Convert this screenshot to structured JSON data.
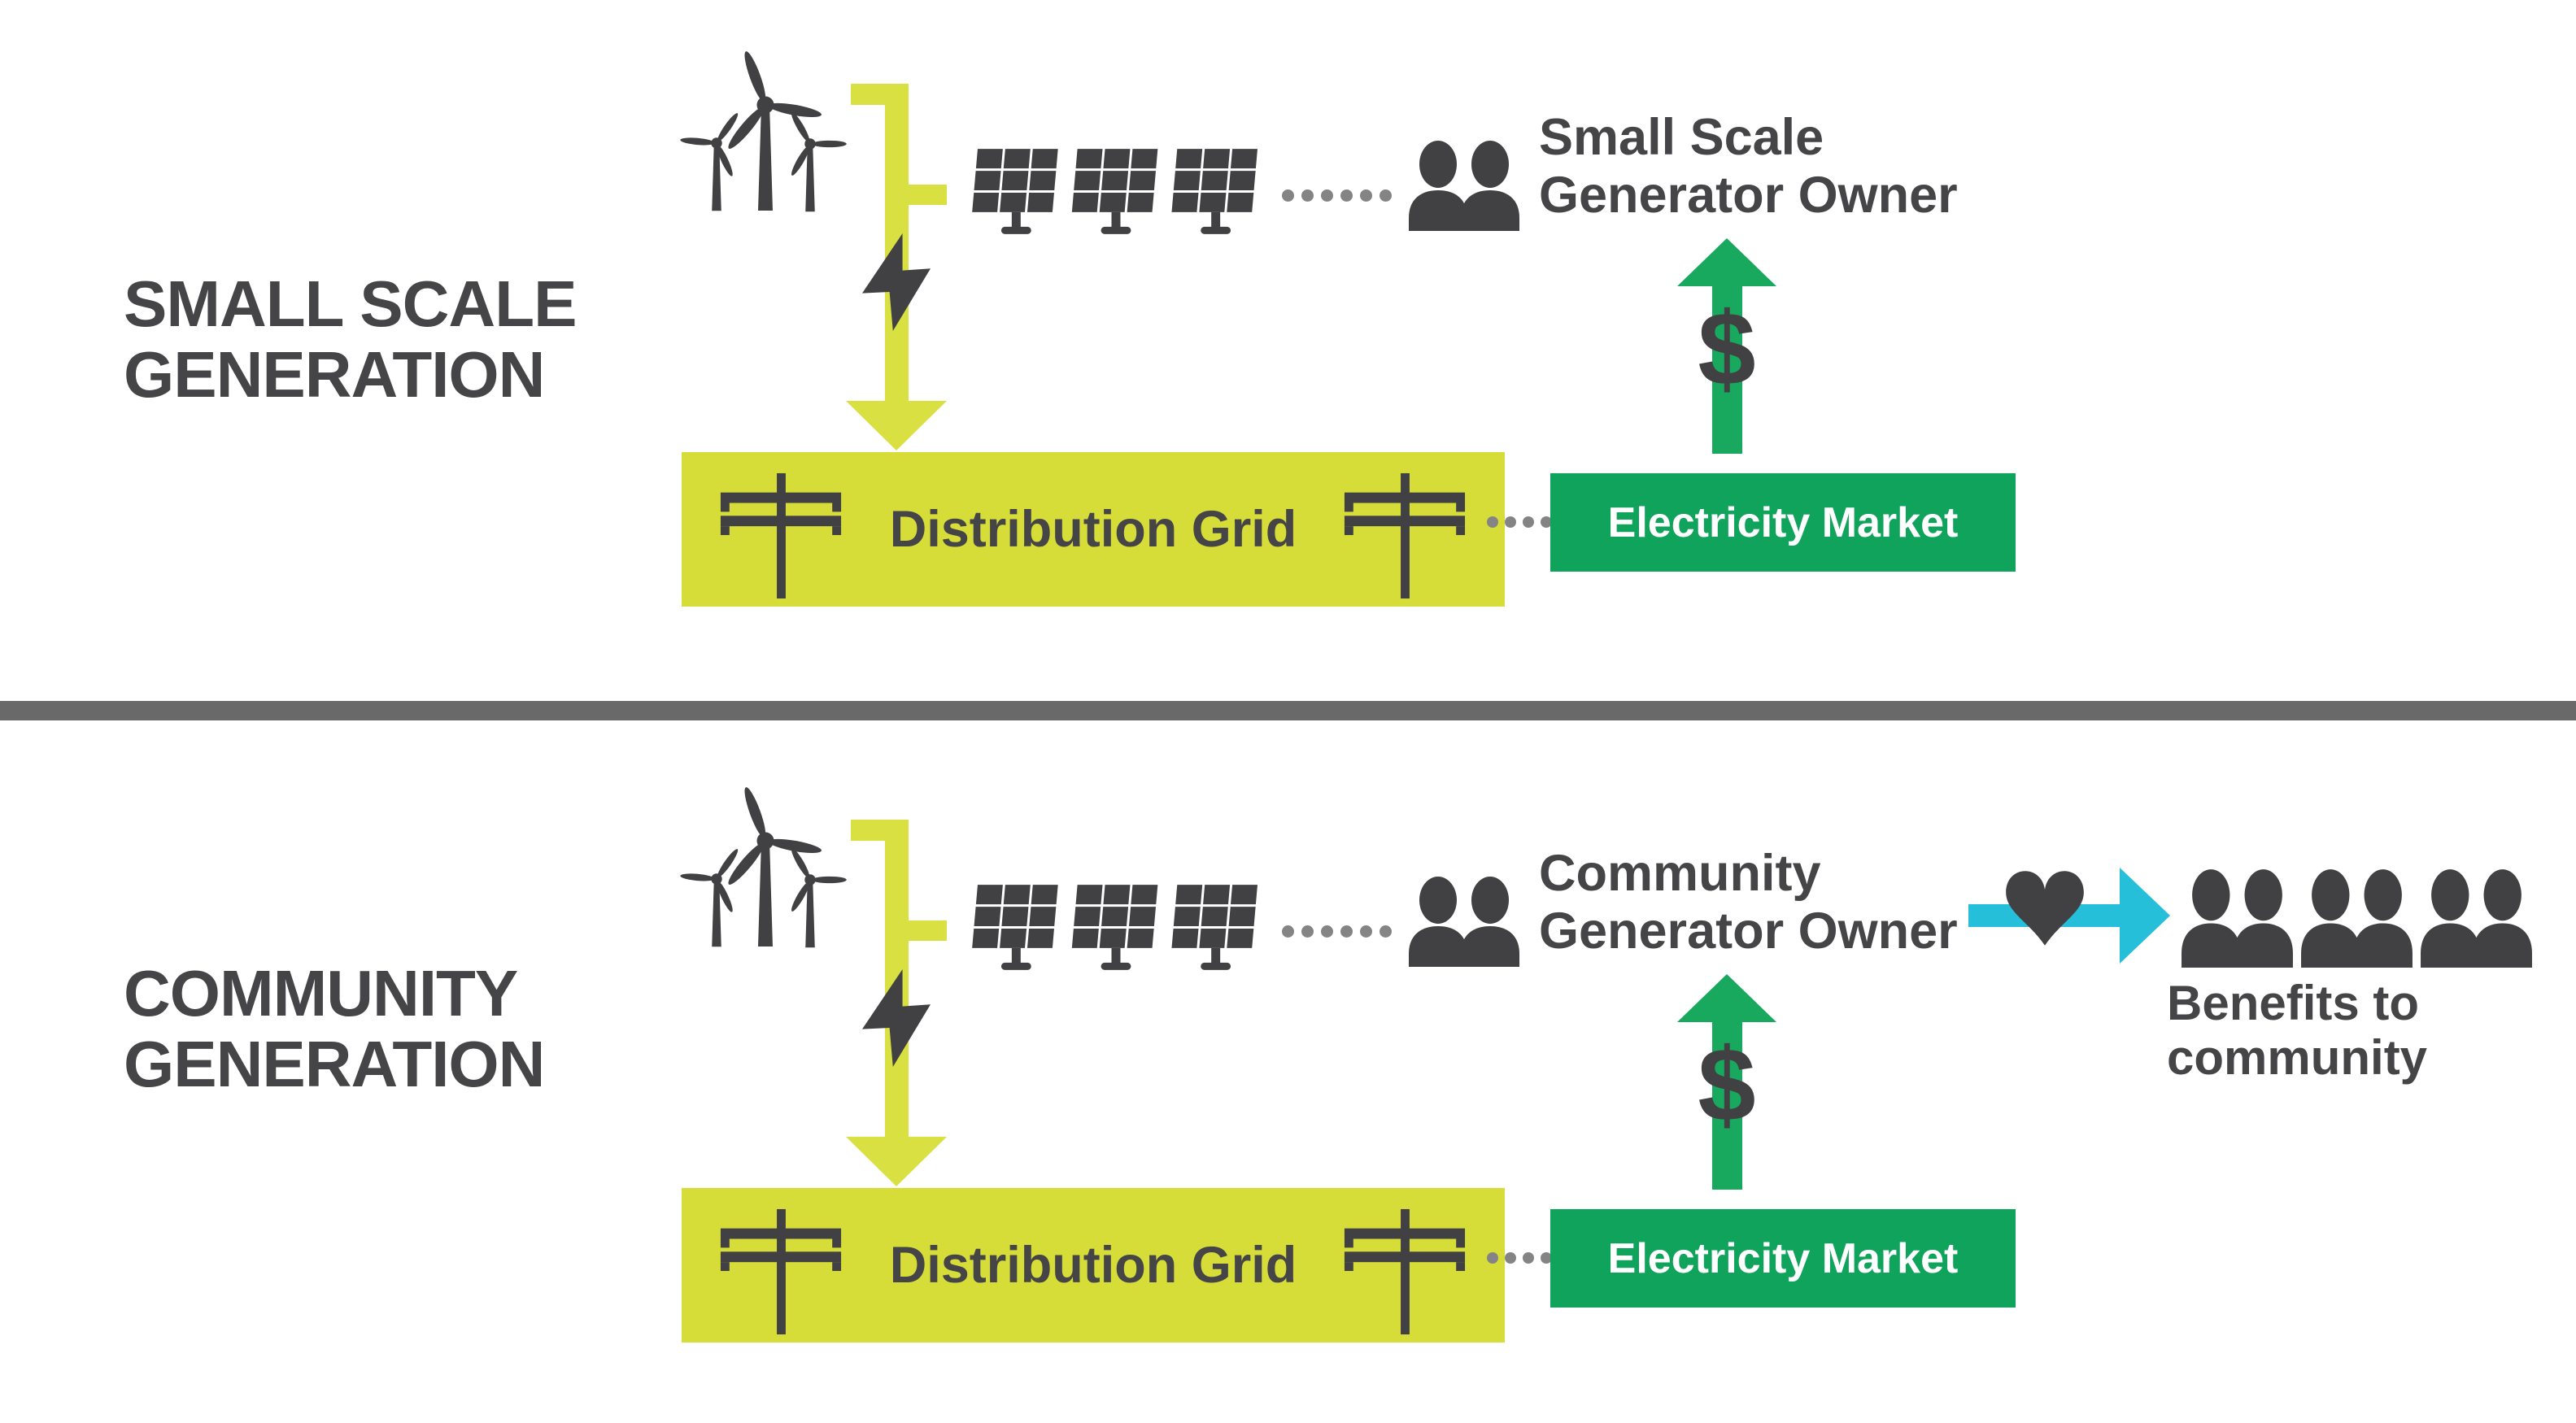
{
  "colors": {
    "dark_gray": "#454547",
    "icon_gray": "#414042",
    "yellow_arrow": "#d9e042",
    "yellow_box": "#d6dd39",
    "green_box": "#10a35c",
    "green_arrow": "#18a85e",
    "cyan": "#25bfd9",
    "divider_gray": "#696969",
    "dot_gray": "#848484",
    "white": "#ffffff"
  },
  "icons": {
    "wind_turbines": "three-wind-turbines",
    "solar_panels": "three-solar-panels",
    "lightning_bolt": "lightning-bolt",
    "power_pole": "distribution-pole",
    "people_pair": "two-people",
    "community_people": "six-people-crowd",
    "heart": "heart",
    "dollar": "$"
  },
  "sections": [
    {
      "title_line1": "SMALL SCALE",
      "title_line2": "GENERATION",
      "owner_line1": "Small Scale",
      "owner_line2": "Generator Owner",
      "grid_label": "Distribution Grid",
      "market_label": "Electricity Market",
      "money_symbol": "$"
    },
    {
      "title_line1": "COMMUNITY",
      "title_line2": "GENERATION",
      "owner_line1": "Community",
      "owner_line2": "Generator Owner",
      "grid_label": "Distribution Grid",
      "market_label": "Electricity Market",
      "money_symbol": "$",
      "benefits_line1": "Benefits to",
      "benefits_line2": "community"
    }
  ]
}
